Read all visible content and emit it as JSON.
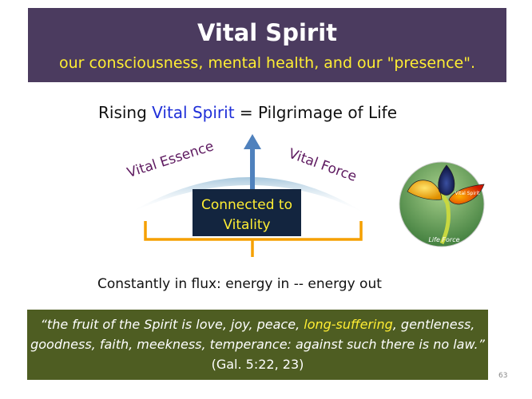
{
  "header": {
    "title": "Vital Spirit",
    "subtitle": "our consciousness, mental health, and our \"presence\"."
  },
  "heading": {
    "prefix": "Rising ",
    "highlight": "Vital Spirit",
    "suffix": " = Pilgrimage of Life"
  },
  "diagram": {
    "left_label": "Vital Essence",
    "right_label": "Vital Force",
    "center_line1": "Connected to",
    "center_line2": "Vitality"
  },
  "logo": {
    "leaf_label": "Vital Spirit",
    "bottom_label": "Life Force"
  },
  "flux_text": "Constantly in flux: energy in -- energy out",
  "quote": {
    "part1": "“the fruit of the Spirit is love, joy, peace, ",
    "highlight": "long-suffering",
    "part2": ", gentleness, goodness, faith, meekness, temperance: against such there is no law.”",
    "reference": " (Gal. 5:22, 23)"
  },
  "page_number": "63",
  "colors": {
    "title_bg": "#4b3b5f",
    "accent_yellow": "#ffee33",
    "quote_bg": "#4e5d22",
    "bracket": "#f5a000",
    "arrow": "#4f81bd",
    "center_box": "#13253f"
  }
}
